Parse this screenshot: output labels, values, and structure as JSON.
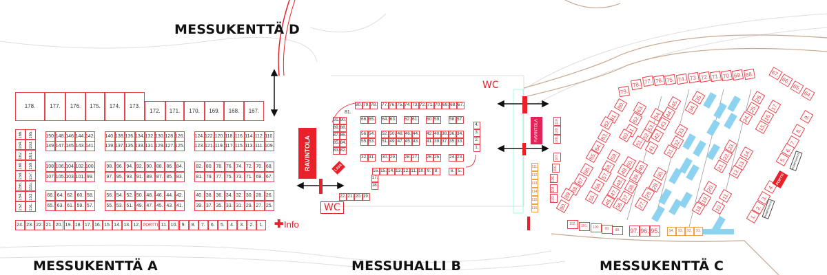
{
  "titles": {
    "d": "MESSUKENTTÄ D",
    "a": "MESSUKENTTÄ A",
    "b": "MESSUHALLI B",
    "c": "MESSUKENTTÄ C"
  },
  "labels": {
    "ravintola": "RAVINTOLA",
    "wc": "WC",
    "portti": "PORTTI",
    "info": "Info",
    "pumpvaerk": "PUMPAHAUS"
  },
  "colors": {
    "stall_border": "#e8434b",
    "accent_red": "#e8202a",
    "blue_spots": "#8dd3f0",
    "orange_stalls": "#f0a040"
  },
  "a": {
    "top_row": [
      "178.",
      "177.",
      "176.",
      "175.",
      "174.",
      "173.",
      "172.",
      "171.",
      "170.",
      "169.",
      "168.",
      "167."
    ],
    "left_column": [
      [
        "166.",
        "165."
      ],
      [
        "164.",
        "163."
      ],
      [
        "162.",
        "161."
      ],
      [
        "160.",
        "159."
      ],
      [
        "158.",
        "157."
      ],
      [
        "156.",
        "155."
      ],
      [
        "154.",
        "153."
      ],
      [
        "152.",
        "151."
      ]
    ],
    "blocks": [
      {
        "rows": [
          [
            "150.",
            "148.",
            "146.",
            "144.",
            "142."
          ],
          [
            "149.",
            "147.",
            "145.",
            "143.",
            "141."
          ],
          [
            "108.",
            "106.",
            "104.",
            "102.",
            "100."
          ],
          [
            "107.",
            "105.",
            "103.",
            "101.",
            "99."
          ],
          [
            "66.",
            "64.",
            "62.",
            "60.",
            "58."
          ],
          [
            "65.",
            "63.",
            "61.",
            "59.",
            "57."
          ]
        ]
      },
      {
        "rows": [
          [
            "140.",
            "138.",
            "136.",
            "134.",
            "132.",
            "130.",
            "128.",
            "126."
          ],
          [
            "139.",
            "137.",
            "135.",
            "133.",
            "131.",
            "129.",
            "127.",
            "125."
          ],
          [
            "98.",
            "96.",
            "94.",
            "92.",
            "90.",
            "88.",
            "86.",
            "84."
          ],
          [
            "97.",
            "95.",
            "93.",
            "91.",
            "89.",
            "87.",
            "85.",
            "83."
          ],
          [
            "56.",
            "54.",
            "52.",
            "50.",
            "48.",
            "46.",
            "44.",
            "42."
          ],
          [
            "55.",
            "53.",
            "51.",
            "49.",
            "47.",
            "45.",
            "43.",
            "41."
          ]
        ]
      },
      {
        "rows": [
          [
            "124.",
            "122.",
            "120.",
            "118.",
            "116.",
            "114.",
            "112.",
            "110."
          ],
          [
            "123.",
            "121.",
            "119.",
            "117.",
            "115.",
            "113.",
            "111.",
            "109."
          ],
          [
            "82.",
            "80.",
            "78.",
            "76.",
            "74.",
            "72.",
            "70.",
            "68."
          ],
          [
            "81.",
            "79.",
            "77.",
            "75.",
            "73.",
            "71.",
            "69.",
            "67."
          ],
          [
            "40.",
            "38.",
            "36.",
            "34.",
            "32.",
            "30.",
            "28.",
            "26."
          ],
          [
            "39.",
            "37.",
            "35.",
            "33.",
            "31.",
            "29.",
            "27.",
            "25."
          ]
        ]
      }
    ],
    "bottom_row": [
      "24.",
      "23.",
      "22.",
      "21.",
      "20.",
      "19.",
      "18.",
      "17.",
      "16.",
      "15.",
      "14.",
      "13.",
      "12.",
      "PORTTI",
      "11.",
      "10.",
      "9.",
      "8.",
      "7.",
      "6.",
      "5.",
      "4.",
      "3.",
      "2.",
      "1."
    ]
  },
  "b": {
    "groups": [
      [
        "80.",
        "79.",
        "78."
      ],
      [
        "77.",
        "76.",
        "75.",
        "74.",
        "73.",
        "72.",
        "71.",
        "70.",
        "69.",
        "68.",
        "67."
      ],
      [
        "66.",
        "65."
      ],
      [
        "64.",
        "63."
      ],
      [
        "62.",
        "61."
      ],
      [
        "60.",
        "59."
      ],
      [
        "58.",
        "57."
      ],
      [
        "56.",
        "54."
      ],
      [
        "52.",
        "50.",
        "48.",
        "46.",
        "44."
      ],
      [
        "42.",
        "40.",
        "38.",
        "36.",
        "34."
      ],
      [
        "55.",
        "53."
      ],
      [
        "51.",
        "49.",
        "47.",
        "45.",
        "43."
      ],
      [
        "41.",
        "39.",
        "37.",
        "35.",
        "33."
      ],
      [
        "32.",
        "31."
      ],
      [
        "30.",
        "29."
      ],
      [
        "28.",
        "27."
      ],
      [
        "26.",
        "25."
      ],
      [
        "24.",
        "23."
      ],
      [
        "16.",
        "15.",
        "14.",
        "13.",
        "12.",
        "11.",
        "10.",
        "9.",
        "8."
      ],
      [
        "6.",
        "5."
      ],
      [
        "22.",
        "21.",
        "20.",
        "19."
      ],
      [
        "17.",
        "18."
      ],
      [
        "91.",
        "89.",
        "87.",
        "85.",
        "83."
      ],
      [
        "90.",
        "88.",
        "86.",
        "84.",
        "82."
      ],
      [
        "4.",
        "3.",
        "2.",
        "1."
      ],
      [
        "111.",
        "112.",
        "113.",
        "114.",
        "115.",
        "116."
      ]
    ],
    "corner_label": "81.",
    "stage": "LAVA"
  },
  "c": {
    "stalls": [
      "79.",
      "78.",
      "77.",
      "76.",
      "75.",
      "74.",
      "73.",
      "72.",
      "71.",
      "70.",
      "69.",
      "68.",
      "67.",
      "66.",
      "65.",
      "64.",
      "80.",
      "81.",
      "82.",
      "83.",
      "84.",
      "85.",
      "86.",
      "87.",
      "88.",
      "89.",
      "90.",
      "63.",
      "62.",
      "61.",
      "60.",
      "54.",
      "53.",
      "52.",
      "51.",
      "45.",
      "44.",
      "43.",
      "42.",
      "41.",
      "59.",
      "58.",
      "57.",
      "56.",
      "55.",
      "50.",
      "49.",
      "48.",
      "47.",
      "46.",
      "40.",
      "39.",
      "38.",
      "37.",
      "36.",
      "30.",
      "29.",
      "28.",
      "27.",
      "35.",
      "34.",
      "33.",
      "32.",
      "31.",
      "26.",
      "25.",
      "24.",
      "17.",
      "16.",
      "15.",
      "23.",
      "22.",
      "21.",
      "14.",
      "13.",
      "12.",
      "20.",
      "19.",
      "18.",
      "11.",
      "10.",
      "9.",
      "8.",
      "7.",
      "6.",
      "5.",
      "4.",
      "3.",
      "2.",
      "1."
    ],
    "small_stalls": [
      "110.",
      "109.",
      "108.",
      "107.",
      "106.",
      "105.",
      "104.",
      "103.",
      "102.",
      "101.",
      "100.",
      "99.",
      "98."
    ],
    "bottom_stalls": [
      "97.",
      "96.",
      "95."
    ],
    "orange_stalls": [
      "94.",
      "93.",
      "92.",
      "91."
    ]
  }
}
